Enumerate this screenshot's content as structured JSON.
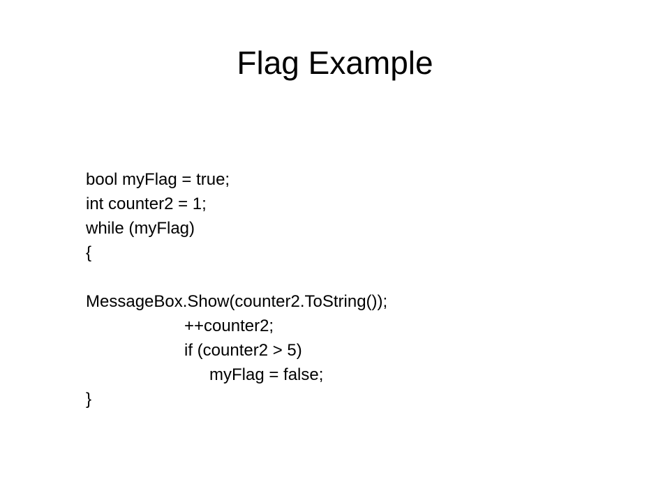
{
  "slide": {
    "title": "Flag Example",
    "code_lines": [
      "bool myFlag = true;",
      "int counter2 = 1;",
      "while (myFlag)",
      "{",
      "",
      "MessageBox.Show(counter2.ToString());",
      "++counter2;",
      "if (counter2 > 5)",
      "myFlag = false;",
      "}"
    ]
  }
}
